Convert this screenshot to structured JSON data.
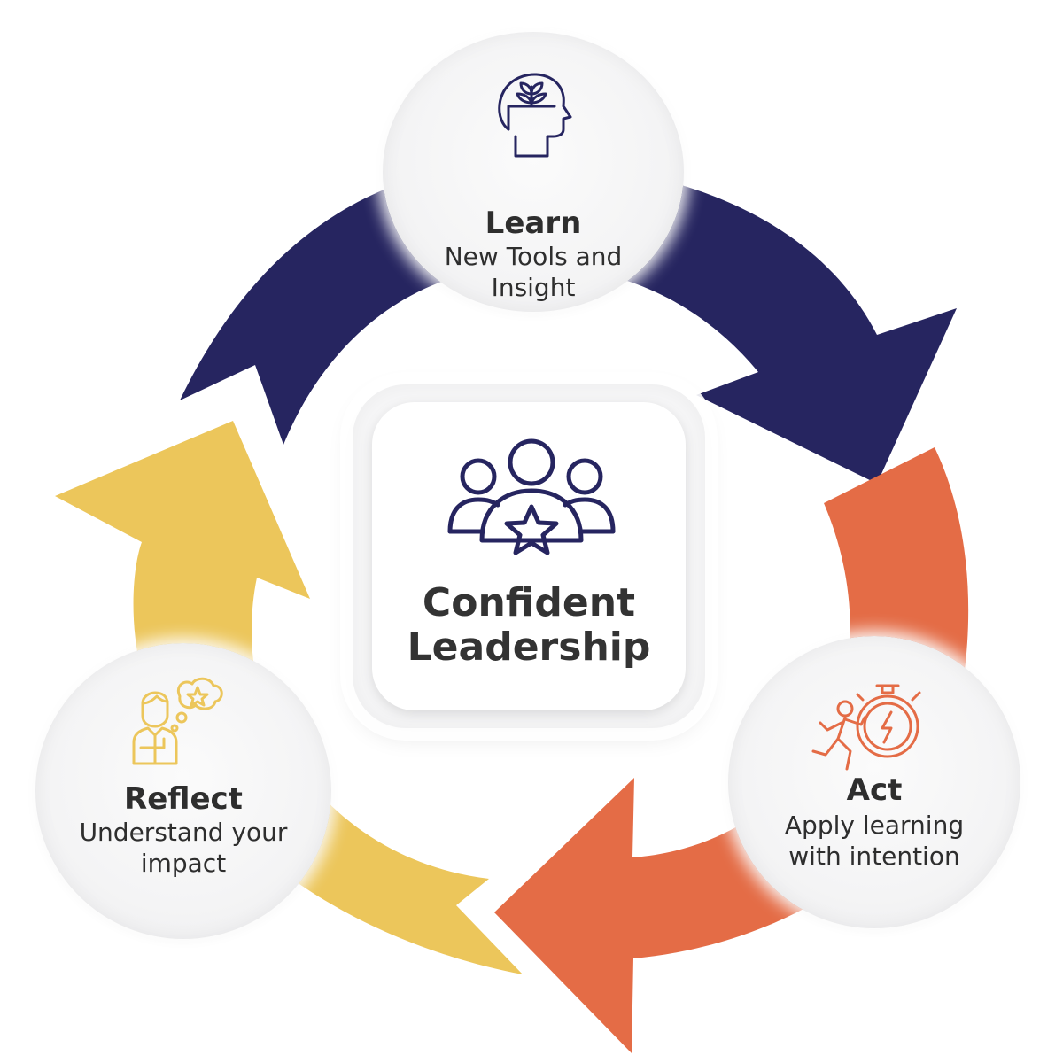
{
  "colors": {
    "learn_arrow": "#262560",
    "act_arrow": "#e46c46",
    "reflect_arrow": "#ecc65b",
    "text_dark": "#2e2e2e"
  },
  "center": {
    "title_line1": "Confident",
    "title_line2": "Leadership",
    "icon": "team-leader-star-icon"
  },
  "stages": {
    "learn": {
      "title": "Learn",
      "line1": "New Tools and",
      "line2": "Insight",
      "icon": "head-growth-icon"
    },
    "act": {
      "title": "Act",
      "line1": "Apply learning",
      "line2": "with intention",
      "icon": "runner-stopwatch-icon"
    },
    "reflect": {
      "title": "Reflect",
      "line1": "Understand your",
      "line2": "impact",
      "icon": "person-thinking-icon"
    }
  }
}
